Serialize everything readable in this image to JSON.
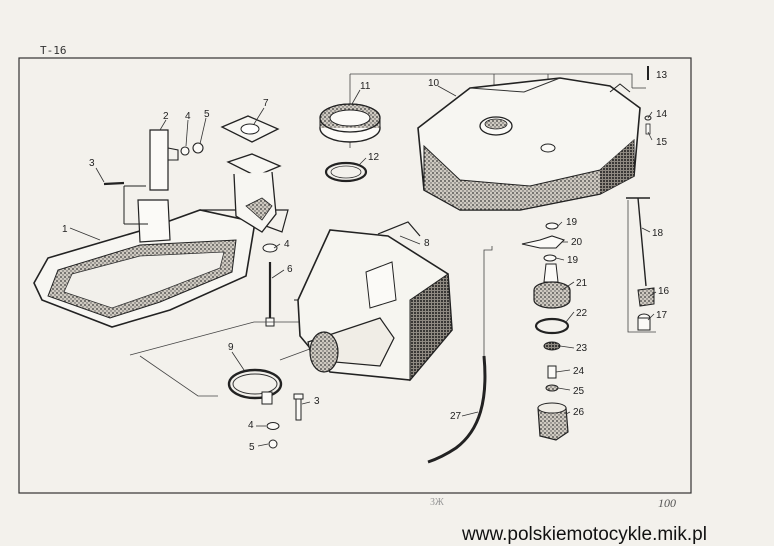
{
  "page": {
    "code": "T-16",
    "page_number": "100",
    "scan_mark": "ЗЖ",
    "website": "www.polskiemotocykle.mik.pl"
  },
  "callouts": {
    "c1": "1",
    "c2": "2",
    "c3a": "3",
    "c4a": "4",
    "c5a": "5",
    "c7": "7",
    "c4b": "4",
    "c6": "6",
    "c3b": "3",
    "c4c": "4",
    "c5b": "5",
    "c9": "9",
    "c8": "8",
    "c11": "11",
    "c12": "12",
    "c10": "10",
    "c13": "13",
    "c14": "14",
    "c15": "15",
    "c18": "18",
    "c16": "16",
    "c17": "17",
    "c19a": "19",
    "c20": "20",
    "c19b": "19",
    "c21": "21",
    "c22": "22",
    "c23": "23",
    "c24": "24",
    "c25": "25",
    "c26": "26",
    "c27": "27"
  }
}
